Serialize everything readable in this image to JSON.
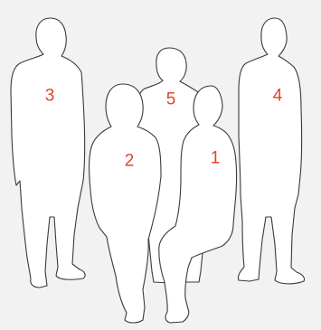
{
  "figure": {
    "number_color": "#e0452c",
    "outline_color": "#3a3a3a",
    "background": "#f2f2f2",
    "people": [
      {
        "id": "p1",
        "label": "1",
        "pose": "seated-front-right"
      },
      {
        "id": "p2",
        "label": "2",
        "pose": "seated-front-left"
      },
      {
        "id": "p3",
        "label": "3",
        "pose": "standing-left"
      },
      {
        "id": "p4",
        "label": "4",
        "pose": "standing-right"
      },
      {
        "id": "p5",
        "label": "5",
        "pose": "standing-back-center"
      }
    ]
  }
}
